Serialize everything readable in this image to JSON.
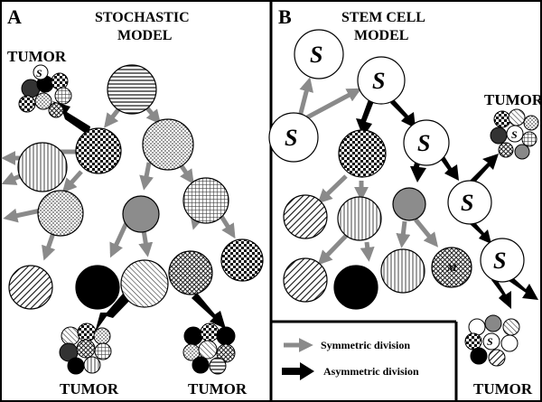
{
  "panel_a": {
    "letter": "A",
    "title_lines": [
      "STOCHASTIC",
      "MODEL"
    ],
    "tumor_labels": [
      "TUMOR",
      "TUMOR",
      "TUMOR"
    ]
  },
  "panel_b": {
    "letter": "B",
    "title_lines": [
      "STEM CELL",
      "MODEL"
    ],
    "tumor_labels": [
      "TUMOR",
      "TUMOR"
    ],
    "stem_symbol": "S",
    "mixed_symbol": "M"
  },
  "legend": {
    "symmetric": "Symmetric division",
    "asymmetric": "Asymmetric division"
  },
  "colors": {
    "symmetric_arrow": "#8a8a8a",
    "asymmetric_arrow": "#000000",
    "dark_cell": "#000000",
    "mid_cell": "#8c8c8c"
  }
}
